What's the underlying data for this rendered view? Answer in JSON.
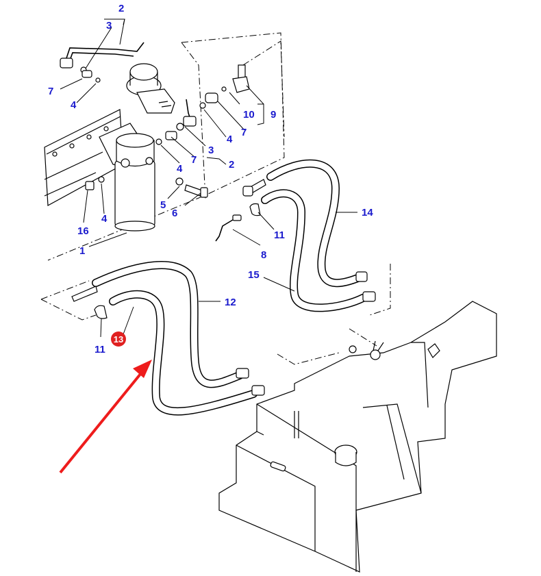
{
  "diagram": {
    "type": "exploded-parts-diagram",
    "subject": "fuel filter, fuel pipes and fuel tank",
    "colors": {
      "callout_text": "#1a1acd",
      "highlight_badge": "#e02020",
      "arrow": "#ee1c1c",
      "line_art": "#000000",
      "background": "#ffffff"
    },
    "highlighted_part": "13",
    "callouts": [
      {
        "id": "c2-top",
        "label": "2"
      },
      {
        "id": "c3-top",
        "label": "3"
      },
      {
        "id": "c7-left",
        "label": "7"
      },
      {
        "id": "c4-left",
        "label": "4"
      },
      {
        "id": "c10",
        "label": "10"
      },
      {
        "id": "c9",
        "label": "9"
      },
      {
        "id": "c7-right",
        "label": "7"
      },
      {
        "id": "c4-mid",
        "label": "4"
      },
      {
        "id": "c3-mid",
        "label": "3"
      },
      {
        "id": "c7-mid",
        "label": "7"
      },
      {
        "id": "c2-mid",
        "label": "2"
      },
      {
        "id": "c4-filter",
        "label": "4"
      },
      {
        "id": "c5",
        "label": "5"
      },
      {
        "id": "c6",
        "label": "6"
      },
      {
        "id": "c16",
        "label": "16"
      },
      {
        "id": "c4-bottom",
        "label": "4"
      },
      {
        "id": "c1",
        "label": "1"
      },
      {
        "id": "c14",
        "label": "14"
      },
      {
        "id": "c11-right",
        "label": "11"
      },
      {
        "id": "c8",
        "label": "8"
      },
      {
        "id": "c15",
        "label": "15"
      },
      {
        "id": "c12",
        "label": "12"
      },
      {
        "id": "c11-left",
        "label": "11"
      },
      {
        "id": "c13",
        "label": "13"
      }
    ]
  }
}
